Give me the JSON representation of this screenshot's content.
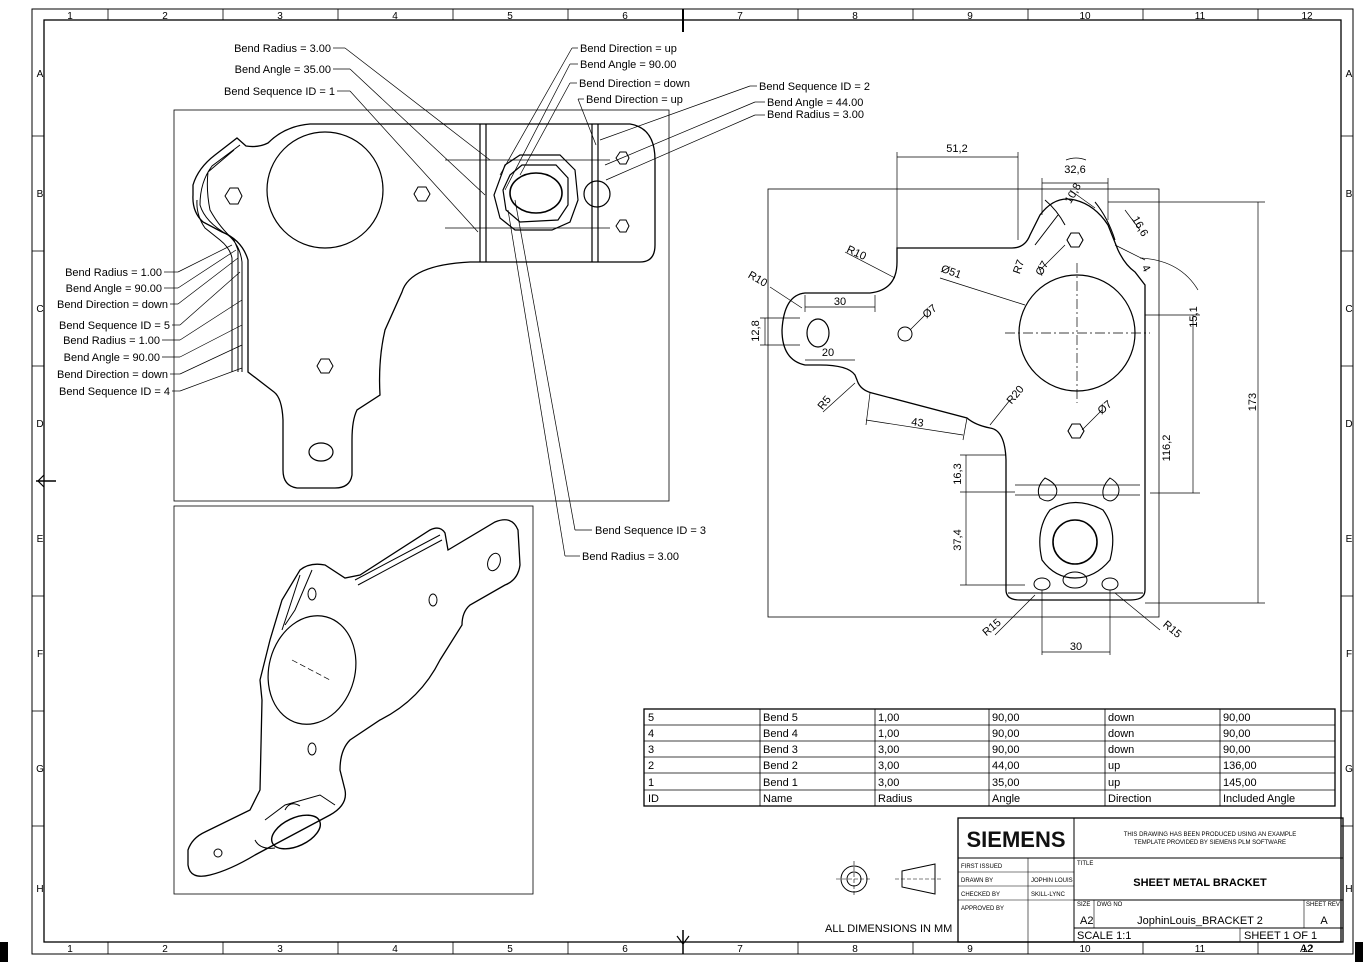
{
  "zones": {
    "columns": [
      "1",
      "2",
      "3",
      "4",
      "5",
      "6",
      "7",
      "8",
      "9",
      "10",
      "11",
      "12"
    ],
    "rows": [
      "A",
      "B",
      "C",
      "D",
      "E",
      "F",
      "G",
      "H"
    ]
  },
  "callouts_top": [
    "Bend Radius = 3.00",
    "Bend Angle = 35.00",
    "Bend Sequence ID = 1",
    "Bend Direction = up",
    "Bend Angle = 90.00",
    "Bend Direction = down",
    "Bend Direction = up",
    "Bend Sequence ID = 2",
    "Bend Angle = 44.00",
    "Bend Radius = 3.00"
  ],
  "callouts_left": [
    "Bend Radius = 1.00",
    "Bend Angle = 90.00",
    "Bend Direction = down",
    "Bend Sequence ID = 5",
    "Bend Radius = 1.00",
    "Bend Angle = 90.00",
    "Bend Direction = down",
    "Bend Sequence ID = 4"
  ],
  "callouts_bottom": [
    "Bend Sequence ID = 3",
    "Bend Radius = 3.00"
  ],
  "dimensions": {
    "d51_2": "51,2",
    "d32_6": "32,6",
    "d10_8": "10,8",
    "d16_6": "16,6",
    "r10a": "R10",
    "r10b": "R10",
    "dia51": "Ø51",
    "r7": "R7",
    "dia7a": "Ø7",
    "d4": "4",
    "d15_1": "15,1",
    "d30a": "30",
    "d12_8": "12,8",
    "dia7b": "Ø7",
    "d20": "20",
    "r5": "R5",
    "r20": "R20",
    "d43": "43",
    "dia7c": "Ø7",
    "d173": "173",
    "d116_2": "116,2",
    "d16_3": "16,3",
    "d37_4": "37,4",
    "r15a": "R15",
    "r15b": "R15",
    "d30b": "30"
  },
  "bend_table": {
    "headers": [
      "ID",
      "Name",
      "Radius",
      "Angle",
      "Direction",
      "Included Angle"
    ],
    "rows": [
      [
        "5",
        "Bend 5",
        "1,00",
        "90,00",
        "down",
        "90,00"
      ],
      [
        "4",
        "Bend 4",
        "1,00",
        "90,00",
        "down",
        "90,00"
      ],
      [
        "3",
        "Bend 3",
        "3,00",
        "90,00",
        "down",
        "90,00"
      ],
      [
        "2",
        "Bend 2",
        "3,00",
        "44,00",
        "up",
        "136,00"
      ],
      [
        "1",
        "Bend 1",
        "3,00",
        "35,00",
        "up",
        "145,00"
      ]
    ]
  },
  "title_block": {
    "logo": "SIEMENS",
    "notice_line1": "THIS DRAWING HAS BEEN PRODUCED USING AN EXAMPLE",
    "notice_line2": "TEMPLATE PROVIDED BY SIEMENS PLM SOFTWARE",
    "first_issued_label": "FIRST ISSUED",
    "drawn_by_label": "DRAWN BY",
    "drawn_by": "JOPHIN LOUIS",
    "checked_by_label": "CHECKED BY",
    "checked_by": "SKILL-LYNC",
    "approved_by_label": "APPROVED BY",
    "title_label": "TITLE",
    "title": "SHEET METAL BRACKET",
    "size_label": "SIZE",
    "size": "A2",
    "dwg_no_label": "DWG NO",
    "dwg_no": "JophinLouis_BRACKET 2",
    "sheet_rev_label": "SHEET REV",
    "sheet_rev": "A",
    "scale": "SCALE 1:1",
    "sheet": "SHEET 1 OF 1",
    "corner_size": "A2"
  },
  "units_note": "ALL DIMENSIONS IN MM"
}
